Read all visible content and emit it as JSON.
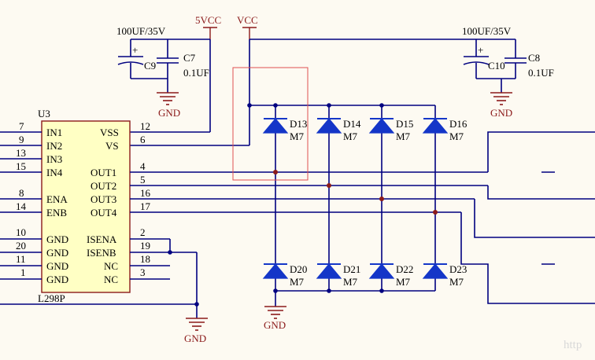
{
  "chip": {
    "ref": "U3",
    "part": "L298P",
    "left_pins": [
      {
        "num": "7",
        "name": "IN1"
      },
      {
        "num": "9",
        "name": "IN2"
      },
      {
        "num": "13",
        "name": "IN3"
      },
      {
        "num": "15",
        "name": "IN4"
      },
      {
        "num": "8",
        "name": "ENA"
      },
      {
        "num": "14",
        "name": "ENB"
      },
      {
        "num": "10",
        "name": "GND"
      },
      {
        "num": "20",
        "name": "GND"
      },
      {
        "num": "11",
        "name": "GND"
      },
      {
        "num": "1",
        "name": "GND"
      }
    ],
    "right_pins": [
      {
        "num": "12",
        "name": "VSS"
      },
      {
        "num": "6",
        "name": "VS"
      },
      {
        "num": "4",
        "name": "OUT1"
      },
      {
        "num": "5",
        "name": "OUT2"
      },
      {
        "num": "16",
        "name": "OUT3"
      },
      {
        "num": "17",
        "name": "OUT4"
      },
      {
        "num": "2",
        "name": "ISENA"
      },
      {
        "num": "19",
        "name": "ISENB"
      },
      {
        "num": "18",
        "name": "NC"
      },
      {
        "num": "3",
        "name": "NC"
      }
    ]
  },
  "power": {
    "v5": "5VCC",
    "vcc": "VCC",
    "gnd": "GND"
  },
  "caps": {
    "c9": {
      "ref": "C9",
      "value": "100UF/35V"
    },
    "c7": {
      "ref": "C7",
      "value": "0.1UF"
    },
    "c10": {
      "ref": "C10",
      "value": "100UF/35V"
    },
    "c8": {
      "ref": "C8",
      "value": "0.1UF"
    }
  },
  "diodes_top": [
    {
      "ref": "D13",
      "type": "M7"
    },
    {
      "ref": "D14",
      "type": "M7"
    },
    {
      "ref": "D15",
      "type": "M7"
    },
    {
      "ref": "D16",
      "type": "M7"
    }
  ],
  "diodes_bottom": [
    {
      "ref": "D20",
      "type": "M7"
    },
    {
      "ref": "D21",
      "type": "M7"
    },
    {
      "ref": "D22",
      "type": "M7"
    },
    {
      "ref": "D23",
      "type": "M7"
    }
  ],
  "polarity_mark": "+",
  "watermark": "http"
}
